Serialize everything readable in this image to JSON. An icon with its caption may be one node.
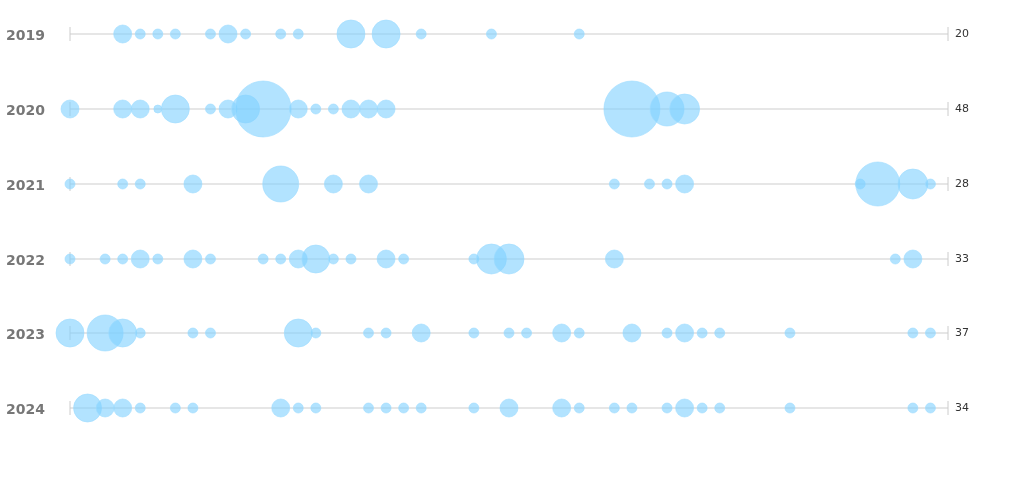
{
  "diagram": {
    "labels": [
      "2019",
      "20",
      "2020",
      "48",
      "2021",
      "28",
      "2022",
      "33",
      "2023",
      "37",
      "2024",
      "34"
    ]
  }
}
